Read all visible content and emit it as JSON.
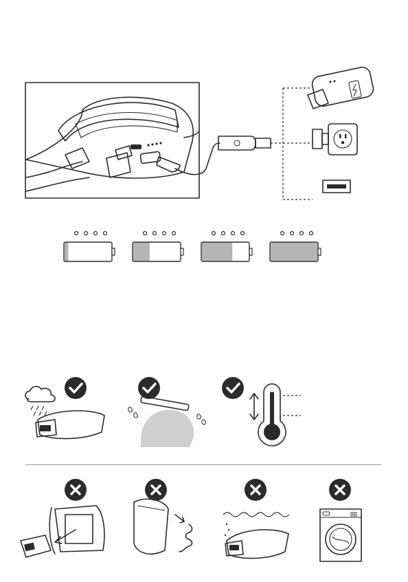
{
  "colors": {
    "ink": "#2a2a2a",
    "panel_gray": "#d9d9d9",
    "mid_gray": "#b5b5b5",
    "dark_gray": "#6a6a6a",
    "badge": "#2b2b2b"
  },
  "charging": {
    "sources": [
      "power-bank-icon",
      "wall-outlet-icon",
      "usb-port-icon"
    ],
    "battery_levels": [
      {
        "leds": 4,
        "fill": 0.08
      },
      {
        "leds": 4,
        "fill": 0.35
      },
      {
        "leds": 4,
        "fill": 0.65
      },
      {
        "leds": 4,
        "fill": 1.0
      }
    ]
  },
  "allowed": [
    "rain-use",
    "sweat-use",
    "temperature-range"
  ],
  "not_allowed": [
    "battery-door-removal",
    "cable-pulling",
    "submerge-in-water",
    "washing-machine"
  ]
}
